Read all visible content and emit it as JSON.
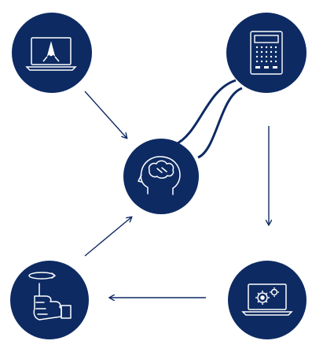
{
  "colors": {
    "background": "#ffffff",
    "node_fill": "#0d2a63",
    "node_stroke": "#ffffff",
    "connector": "#0d2a63"
  },
  "nodes": [
    {
      "id": "laptop-compass",
      "icon": "laptop-compass-icon"
    },
    {
      "id": "calculator",
      "icon": "calculator-icon"
    },
    {
      "id": "cloud-brain",
      "icon": "head-cloud-brain-icon"
    },
    {
      "id": "thumbs-up",
      "icon": "thumbs-up-spin-icon"
    },
    {
      "id": "laptop-gears",
      "icon": "laptop-gears-icon"
    }
  ],
  "edges": [
    {
      "from": "laptop-compass",
      "to": "cloud-brain",
      "style": "arrow"
    },
    {
      "from": "calculator",
      "to": "cloud-brain",
      "style": "double-curve"
    },
    {
      "from": "calculator",
      "to": "laptop-gears",
      "style": "arrow"
    },
    {
      "from": "laptop-gears",
      "to": "thumbs-up",
      "style": "arrow"
    },
    {
      "from": "thumbs-up",
      "to": "cloud-brain",
      "style": "arrow"
    }
  ]
}
